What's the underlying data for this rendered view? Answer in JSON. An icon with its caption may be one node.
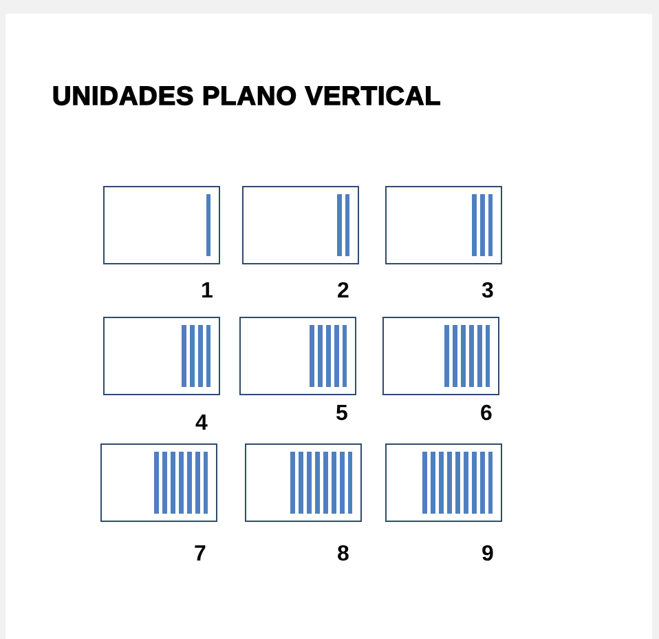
{
  "diagram": {
    "title": "UNIDADES PLANO VERTICAL",
    "nodes": [
      {
        "text": [],
        "shape": "box",
        "beside": [
          "1"
        ]
      },
      {
        "text": [],
        "shape": "box",
        "beside": [
          "2"
        ]
      },
      {
        "text": [],
        "shape": "box",
        "beside": [
          "3"
        ]
      },
      {
        "text": [],
        "shape": "box",
        "beside": [
          "4"
        ]
      },
      {
        "text": [],
        "shape": "box",
        "beside": [
          "5"
        ]
      },
      {
        "text": [],
        "shape": "box",
        "beside": [
          "6"
        ]
      },
      {
        "text": [],
        "shape": "box",
        "beside": [
          "7"
        ]
      },
      {
        "text": [],
        "shape": "box",
        "beside": [
          "8"
        ]
      },
      {
        "text": [],
        "shape": "box",
        "beside": [
          "9"
        ]
      }
    ]
  }
}
